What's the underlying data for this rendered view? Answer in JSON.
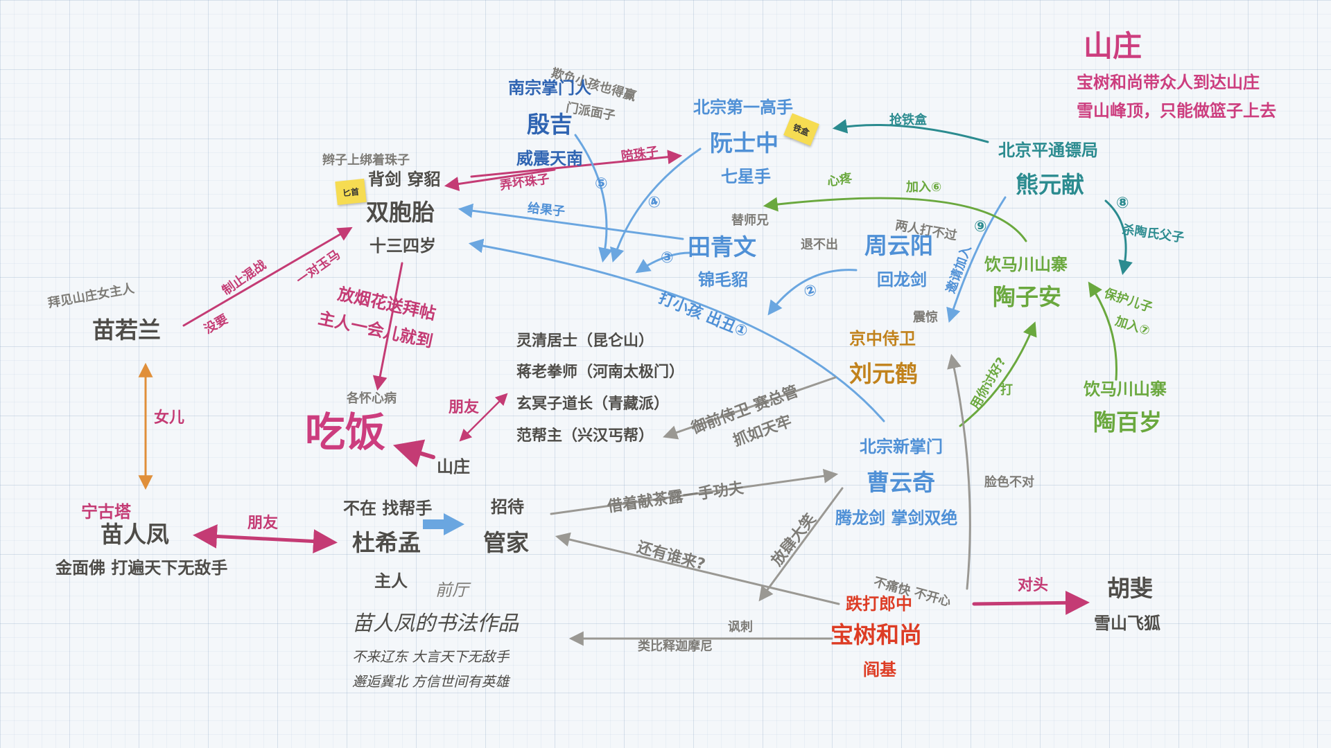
{
  "colors": {
    "gray": "#9a9893",
    "blue": "#6aa6e0",
    "pink": "#c43b74",
    "orange": "#e08f3a",
    "teal": "#2b8b8f",
    "green": "#6aa83e"
  },
  "header": {
    "title": "山庄",
    "line1": "宝树和尚带众人到达山庄",
    "line2": "雪山峰顶，只能做篮子上去"
  },
  "yin": {
    "title": "南宗掌门人",
    "name": "殷吉",
    "alias": "威震天南",
    "note1": "欺负小孩也得赢",
    "note2": "门派面子"
  },
  "ruan": {
    "title": "北宗第一高手",
    "name": "阮士中",
    "alias": "七星手",
    "tag": "铁盒"
  },
  "xiong": {
    "title": "北京平通镖局",
    "name": "熊元献"
  },
  "twins": {
    "note": "辫子上绑着珠子",
    "weapons": "背剑 穿貂",
    "name": "双胞胎",
    "age": "十三四岁",
    "tag": "匕首"
  },
  "tian": {
    "name": "田青文",
    "alias": "锦毛貂",
    "note": "替师兄"
  },
  "zhou": {
    "name": "周云阳",
    "alias": "回龙剑",
    "note": "退不出",
    "note2": "两人打不过"
  },
  "taozian": {
    "title": "饮马川山寨",
    "name": "陶子安"
  },
  "taobaisui": {
    "title": "饮马川山寨",
    "name": "陶百岁"
  },
  "liu": {
    "title": "京中侍卫",
    "name": "刘元鹤",
    "note": "震惊"
  },
  "miaoruolan": {
    "note": "拜见山庄女主人",
    "name": "苗若兰"
  },
  "meal": {
    "note": "各怀心病",
    "name": "吃饭",
    "place": "山庄"
  },
  "guests": [
    "灵清居士（昆仑山）",
    "蒋老拳师（河南太极门）",
    "玄冥子道长（青藏派）",
    "范帮主（兴汉丐帮）"
  ],
  "cao": {
    "title": "北宗新掌门",
    "name": "曹云奇",
    "alias": "腾龙剑 掌剑双绝"
  },
  "miaorenfeng": {
    "title": "宁古塔",
    "name": "苗人凤",
    "alias": "金面佛 打遍天下无敌手"
  },
  "du": {
    "note": "不在 找帮手",
    "name": "杜希孟",
    "role": "主人"
  },
  "steward": {
    "note": "招待",
    "name": "管家",
    "place": "前厅"
  },
  "calligraphy": {
    "title": "苗人凤的书法作品",
    "line1": "不来辽东 大言天下无敌手",
    "line2": "邂逅冀北 方信世间有英雄"
  },
  "monk": {
    "title": "跌打郎中",
    "name": "宝树和尚",
    "alias": "阎基",
    "note": "不痛快 不开心"
  },
  "hufei": {
    "name": "胡斐",
    "alias": "雪山飞狐"
  },
  "labels": {
    "pei_zhuzi": "陪珠子",
    "nong_zhuzi": "弄坏珠子",
    "gei_guozi": "给果子",
    "da_xiaohai": "打小孩 出丑①",
    "zhizhi": "制止混战",
    "meiyao": "没要",
    "yidui_yuma": "一对玉马",
    "fang_yanhua": "放烟花送拜帖",
    "zhuren_yihuier": "主人一会儿就到",
    "pengyou1": "朋友",
    "nüer": "女儿",
    "pengyou2": "朋友",
    "qiang_tiehe": "抢铁盒",
    "xinteng": "心疼",
    "jiaru6": "加入⑥",
    "sha_tao": "杀陶氏父子",
    "yaoqing": "邀请加入",
    "baohu": "保护儿子",
    "jiaru7": "加入⑦",
    "yongni": "用你讨好?",
    "da": "打",
    "yuqian": "御前侍卫 赛总管",
    "zhuaru": "抓如天牢",
    "jiezhe": "借着献茶露一手功夫",
    "haiyou": "还有谁来?",
    "fangsi": "放肆大笑",
    "lianse": "脸色不对",
    "fengci": "讽刺",
    "leibi": "类比释迦摩尼",
    "duitou": "对头",
    "n2": "②",
    "n3": "③",
    "n4": "④",
    "n5": "⑤",
    "n8": "⑧",
    "n9": "⑨"
  }
}
